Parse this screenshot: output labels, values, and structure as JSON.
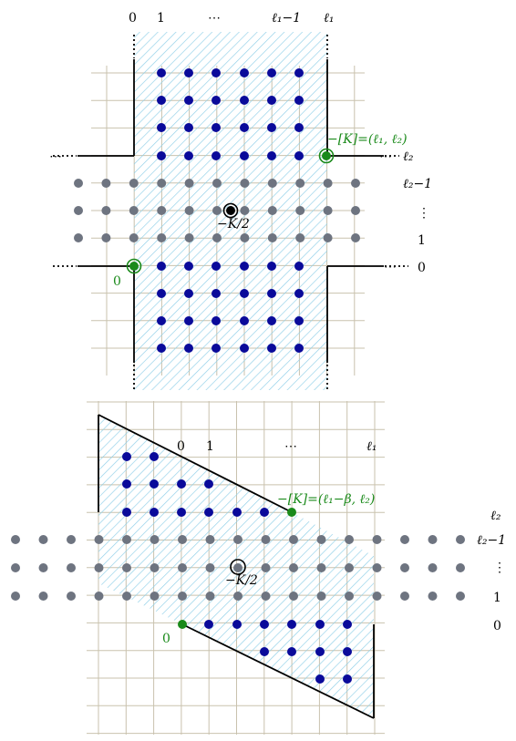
{
  "colors": {
    "blue_dot": "#0a0a9a",
    "gray_dot": "#6e7480",
    "green": "#1a8a1a",
    "hatch": "#8fcfe8",
    "grid": "#c9c2ae",
    "outline": "#000000"
  },
  "top_panel": {
    "col_labels": [
      "0",
      "1",
      "⋯",
      "ℓ₁−1",
      "ℓ₁"
    ],
    "row_labels": [
      "ℓ₂",
      "ℓ₂−1",
      "⋮",
      "1",
      "0"
    ],
    "k_point_label": "−[K]=(ℓ₁, ℓ₂)",
    "center_label": "−K/2",
    "origin_label": "0",
    "left_dots": "⋯",
    "right_dots_upper": "⋯",
    "right_dots_lower": "⋯"
  },
  "bottom_panel": {
    "col_labels": [
      "0",
      "1",
      "⋯",
      "ℓ₁"
    ],
    "row_labels": [
      "ℓ₂",
      "ℓ₂−1",
      "⋮",
      "1",
      "0"
    ],
    "k_point_label": "−[K]=(ℓ₁−β, ℓ₂)",
    "center_label": "−K/2",
    "origin_label": "0"
  }
}
